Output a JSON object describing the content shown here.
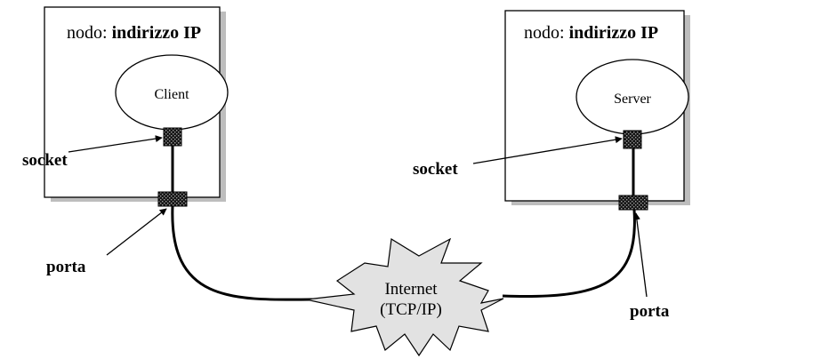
{
  "left_node": {
    "title_prefix": "nodo: ",
    "title_bold": "indirizzo IP",
    "process": "Client",
    "socket_label": "socket",
    "port_label": "porta"
  },
  "right_node": {
    "title_prefix": "nodo: ",
    "title_bold": "indirizzo IP",
    "process": "Server",
    "socket_label": "socket",
    "port_label": "porta"
  },
  "network": {
    "line1": "Internet",
    "line2": "(TCP/IP)"
  },
  "colors": {
    "line": "#000000",
    "box_fill": "#ffffff",
    "cloud_fill": "#e2e2e2",
    "shadow": "#bdbdbd"
  }
}
